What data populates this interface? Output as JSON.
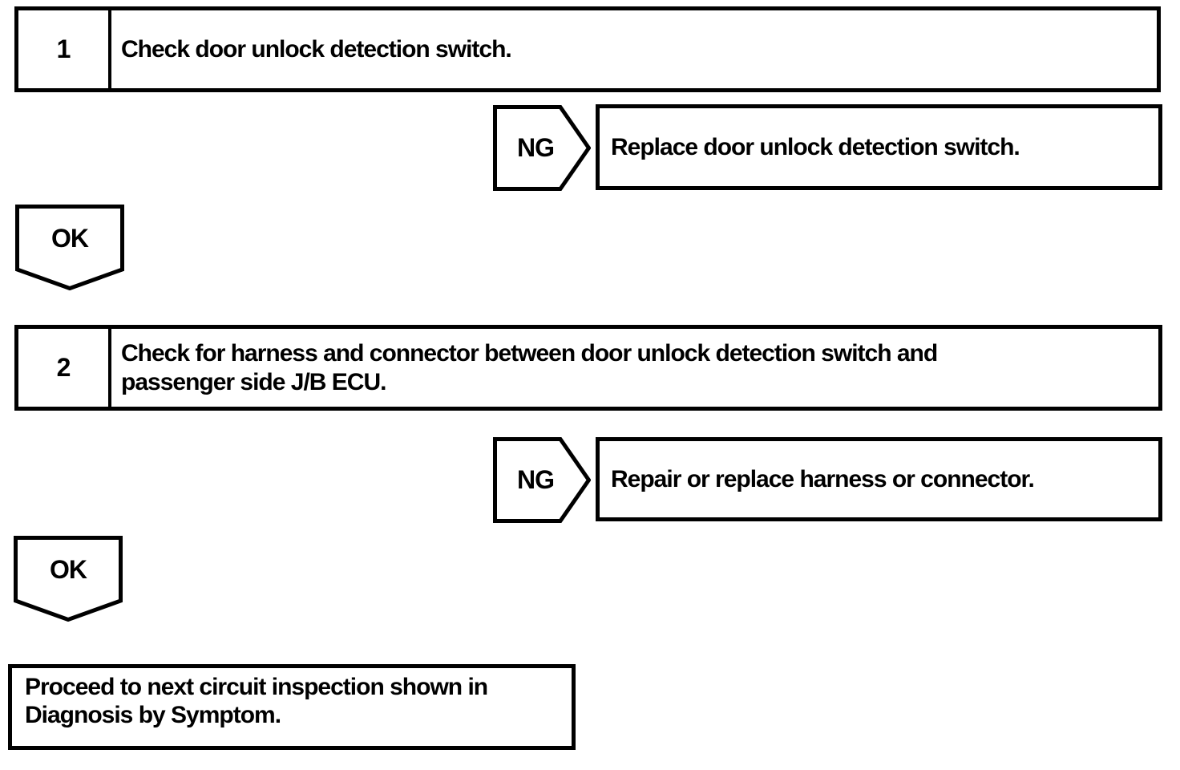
{
  "page": {
    "ink_color": "#000000",
    "paper_color": "#ffffff"
  },
  "step1": {
    "number": "1",
    "instruction": "Check door unlock detection switch."
  },
  "ng1": {
    "label": "NG",
    "result": "Replace door unlock detection switch."
  },
  "ok1": {
    "label": "OK"
  },
  "step2": {
    "number": "2",
    "lines": [
      "Check for harness and connector between door unlock detection switch and",
      "passenger side J/B ECU."
    ]
  },
  "ng2": {
    "label": "NG",
    "result": "Repair or replace harness or connector."
  },
  "ok2": {
    "label": "OK"
  },
  "final": {
    "lines": [
      "Proceed to next circuit inspection shown in",
      "Diagnosis by Symptom."
    ]
  }
}
